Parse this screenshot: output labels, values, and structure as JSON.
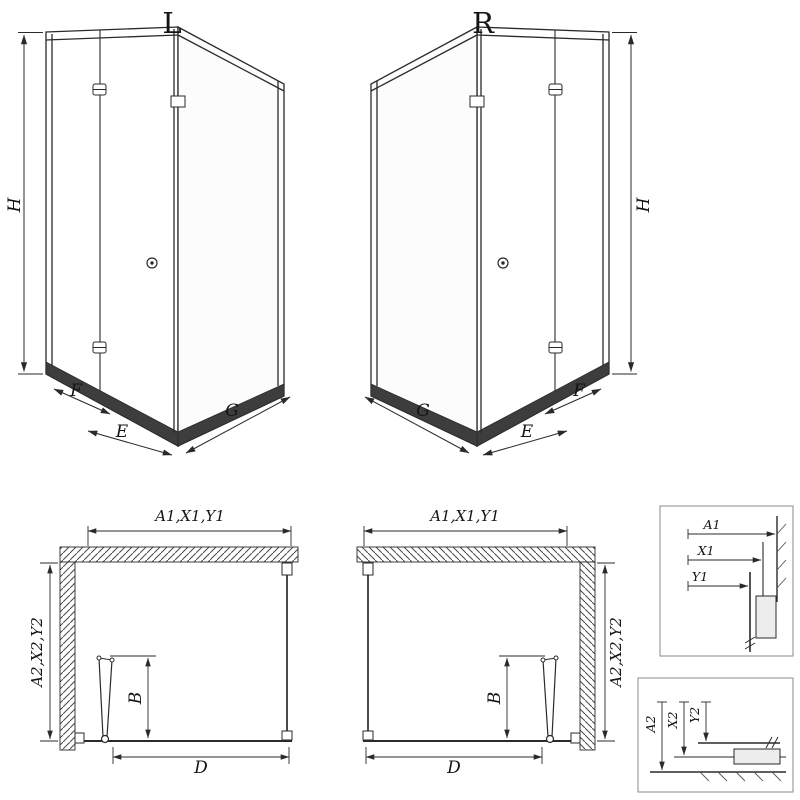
{
  "perspective_views": {
    "left": {
      "variant": "L",
      "dim_height": "H",
      "dim_front": "F",
      "dim_entry": "E",
      "dim_side": "G"
    },
    "right": {
      "variant": "R",
      "dim_height": "H",
      "dim_front": "F",
      "dim_entry": "E",
      "dim_side": "G"
    }
  },
  "plan_views": {
    "left": {
      "dim_width": "A1,X1,Y1",
      "dim_depth": "A2,X2,Y2",
      "dim_door_projection": "B",
      "dim_entry": "D"
    },
    "right": {
      "dim_width": "A1,X1,Y1",
      "dim_depth": "A2,X2,Y2",
      "dim_door_projection": "B",
      "dim_entry": "D"
    }
  },
  "detail_views": {
    "width_detail": {
      "wall": "A1",
      "profile": "X1",
      "glass": "Y1"
    },
    "depth_detail": {
      "wall": "A2",
      "profile": "X2",
      "glass": "Y2"
    }
  },
  "colors": {
    "line": "#2a2a2a",
    "tray_band": "#3d3d3d",
    "background": "#ffffff"
  }
}
